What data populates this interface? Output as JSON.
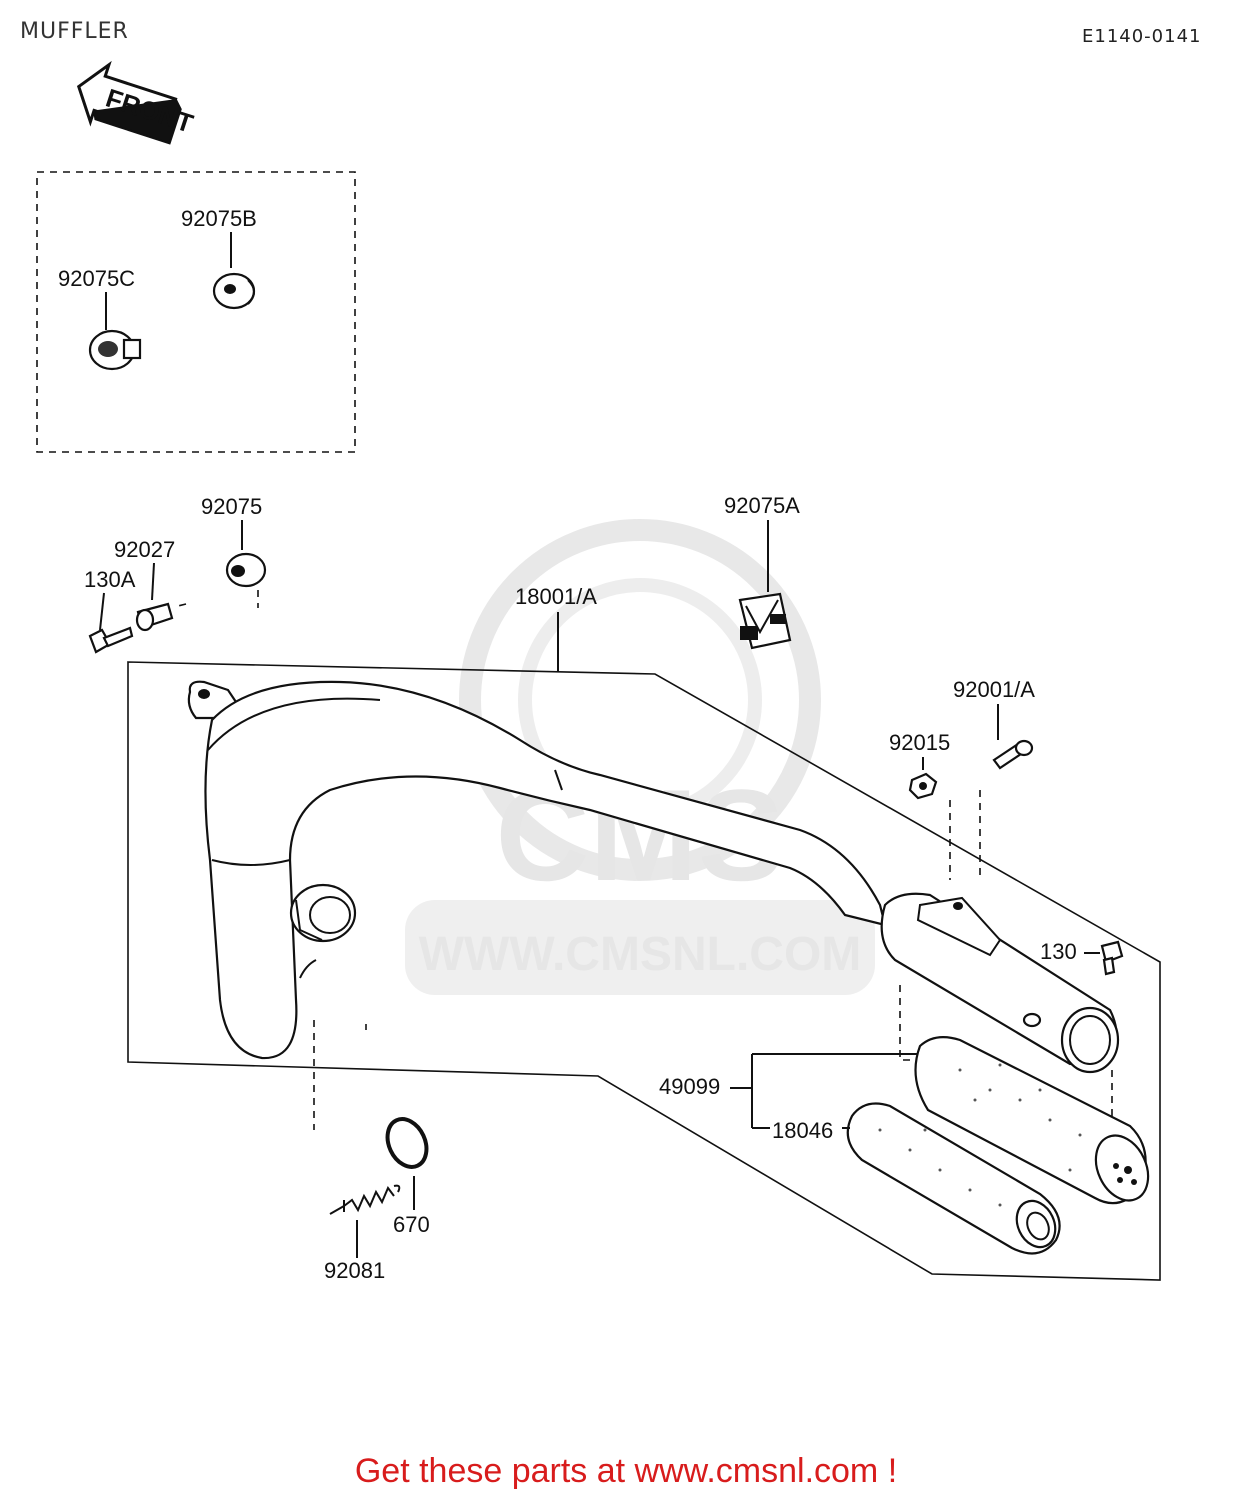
{
  "header": {
    "title": "MUFFLER",
    "diagram_code": "E1140-0141",
    "front_label": "FRONT"
  },
  "watermark": {
    "brand": "CMS",
    "url": "WWW.CMSNL.COM"
  },
  "parts": {
    "p92075B": "92075B",
    "p92075C": "92075C",
    "p92075": "92075",
    "p92027": "92027",
    "p130A": "130A",
    "p18001A": "18001/A",
    "p92075A": "92075A",
    "p92001A": "92001/A",
    "p92015": "92015",
    "p130": "130",
    "p49099": "49099",
    "p18046": "18046",
    "p670": "670",
    "p92081": "92081"
  },
  "footer": {
    "text": "Get these parts at www.cmsnl.com !"
  },
  "colors": {
    "footer_text": "#d81c1c",
    "line": "#111111",
    "watermark": "#e6e6e6"
  }
}
